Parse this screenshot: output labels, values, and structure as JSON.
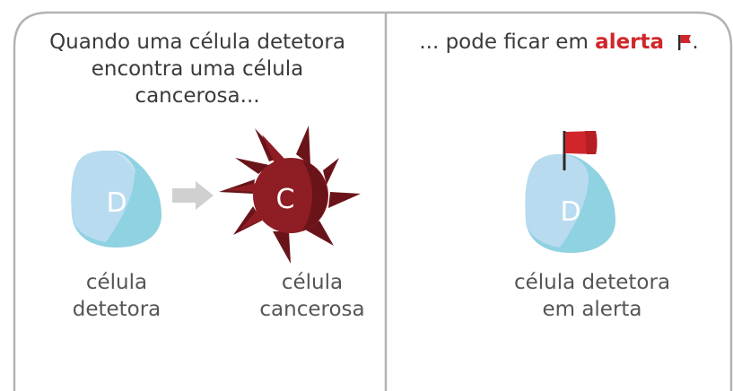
{
  "left_panel": {
    "heading_lines": [
      "Quando uma célula detetora",
      "encontra uma célula",
      "cancerosa..."
    ],
    "detector_cell": {
      "letter": "D",
      "caption_lines": [
        "célula",
        "detetora"
      ]
    },
    "cancer_cell": {
      "letter": "C",
      "caption_lines": [
        "célula",
        "cancerosa"
      ]
    }
  },
  "right_panel": {
    "heading_prefix": "... pode ficar em",
    "heading_alert": "alerta",
    "heading_suffix": ".",
    "alert_cell": {
      "letter": "D",
      "caption_lines": [
        "célula detetora",
        "em alerta"
      ]
    }
  },
  "colors": {
    "frame": "#b3b3b3",
    "detector_light": "#b8dbef",
    "detector_dark": "#8fd2e2",
    "cancer_main": "#8e1d24",
    "cancer_shadow": "#6a1419",
    "arrow": "#d0d0d0",
    "alert_red": "#d0262b",
    "flag_pole": "#2b2b2b"
  },
  "icons": [
    "flag-icon",
    "arrow-right-icon",
    "detector-cell-icon",
    "cancer-cell-icon"
  ]
}
